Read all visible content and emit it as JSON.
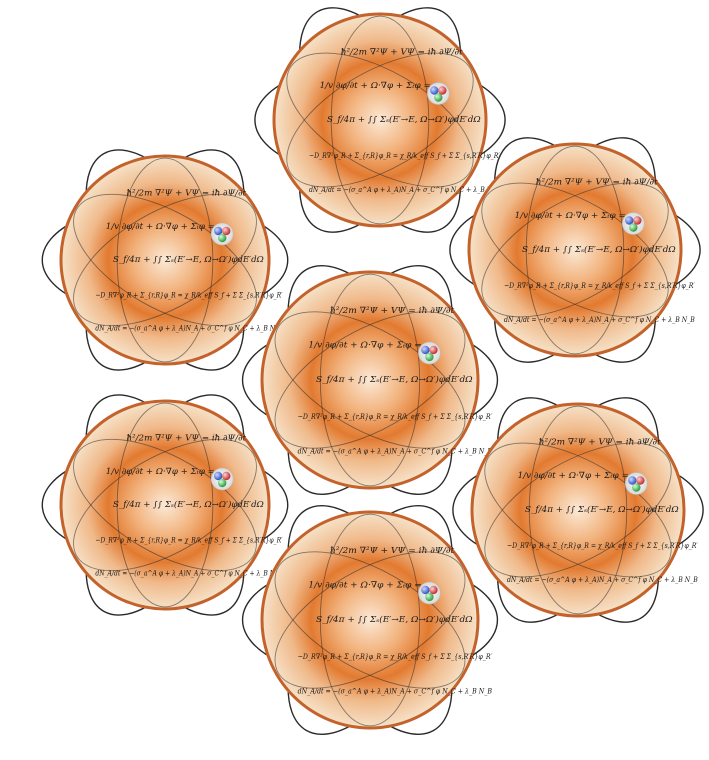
{
  "equations": [
    "ħ²/2m ∇²Ψ + VΨ = iħ ∂Ψ/∂t",
    "1/v ∂φ/∂t + Ω·∇φ + Σₜφ =",
    "S_f/4π + ∫∫ Σₛ(E′→E, Ω→Ω′)φdE′dΩ",
    "−D_R∇²φ_R + Σ_{r,R}φ_R = χ_R/k_eff S_f + Σ Σ_{s,R′R}φ_R′",
    "dN_A/dt = −(σ_a^A φ + λ_A)N_A + σ_C^f φ N_C + λ_B N_B"
  ],
  "colors": {
    "disc_rim": "#c4622c",
    "disc_light": "#f6e0c4",
    "disc_mid": "#eea064",
    "disc_core": "#e07a2e",
    "orbit": "#2a2a2a",
    "nucleus": [
      "#3a5fd0",
      "#d33a3a",
      "#3aa04a"
    ]
  },
  "icons": [
    "atom-orbit-icon",
    "nucleus-icon"
  ]
}
